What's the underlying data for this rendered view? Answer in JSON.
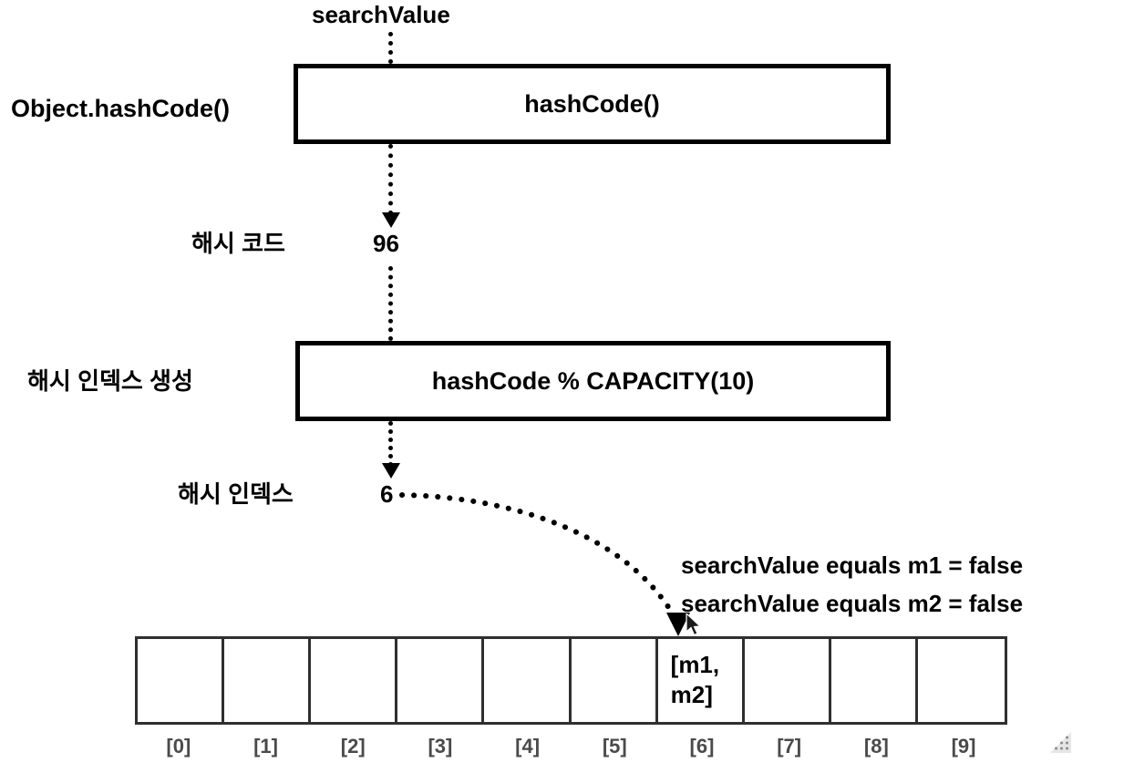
{
  "diagram": {
    "title_flow_input": "searchValue",
    "stages": [
      {
        "left_label": "Object.hashCode()",
        "box_label": "hashCode()",
        "output_label": "해시 코드",
        "output_value": "96"
      },
      {
        "left_label": "해시 인덱스 생성",
        "box_label": "hashCode % CAPACITY(10)",
        "output_label": "해시 인덱스",
        "output_value": "6"
      }
    ],
    "annotations": [
      "searchValue equals m1 = false",
      "searchValue equals m2 = false"
    ],
    "bucket_array": {
      "capacity": 10,
      "indices": [
        "[0]",
        "[1]",
        "[2]",
        "[3]",
        "[4]",
        "[5]",
        "[6]",
        "[7]",
        "[8]",
        "[9]"
      ],
      "cells": [
        "",
        "",
        "",
        "",
        "",
        "",
        "[m1,\nm2]",
        "",
        "",
        ""
      ],
      "highlighted_index": 6
    },
    "colors": {
      "stroke": "#000000",
      "cell_border": "#2f2f2f",
      "index_label": "#4a4a4a",
      "background": "#ffffff",
      "grip": "#bdbdbd"
    }
  }
}
